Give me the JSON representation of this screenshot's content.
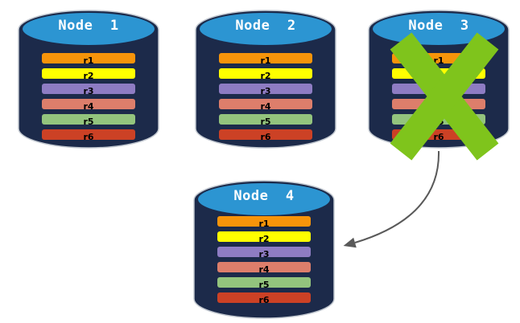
{
  "nodes": [
    {
      "label": "Node  1",
      "failed": false,
      "rows": [
        "r1",
        "r2",
        "r3",
        "r4",
        "r5",
        "r6"
      ]
    },
    {
      "label": "Node  2",
      "failed": false,
      "rows": [
        "r1",
        "r2",
        "r3",
        "r4",
        "r5",
        "r6"
      ]
    },
    {
      "label": "Node  3",
      "failed": true,
      "rows": [
        "r1",
        "r2",
        "r3",
        "r4",
        "r5",
        "r6"
      ]
    },
    {
      "label": "Node  4",
      "failed": false,
      "rows": [
        "r1",
        "r2",
        "r3",
        "r4",
        "r5",
        "r6"
      ]
    }
  ],
  "row_colors": {
    "r1": "#F6940A",
    "r2": "#FFFF00",
    "r3": "#8E7CC3",
    "r4": "#DD7E6B",
    "r5": "#93C47D",
    "r6": "#CC4125"
  },
  "cylinder": {
    "body_color": "#1C2A4A",
    "top_color": "#2C95D2",
    "outline_color": "#C2C8D0"
  },
  "failure_cross": {
    "color": "#7FC41C"
  },
  "arrow": {
    "color": "#595959"
  }
}
